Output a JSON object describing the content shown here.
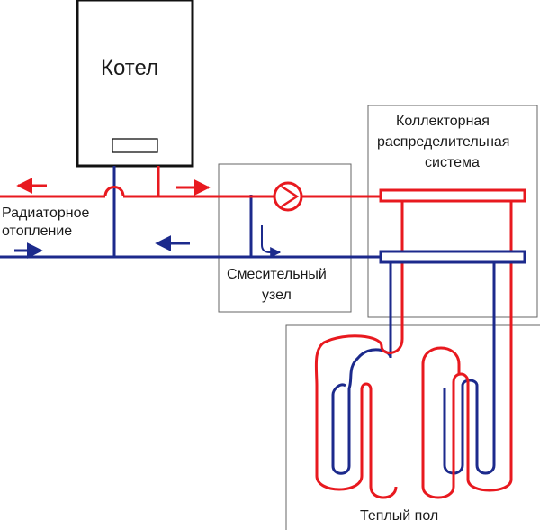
{
  "boiler": {
    "label": "Котел"
  },
  "radiator": {
    "line1": "Радиаторное",
    "line2": "отопление"
  },
  "mixing_unit": {
    "line1": "Смесительный",
    "line2": "узел"
  },
  "collector": {
    "line1": "Коллекторная",
    "line2": "распределительная",
    "line3": "система"
  },
  "floor": {
    "label": "Теплый пол"
  },
  "colors": {
    "supply": "#e8191f",
    "return": "#1c2a8c",
    "box": "#666666",
    "boiler_border": "#111111"
  }
}
